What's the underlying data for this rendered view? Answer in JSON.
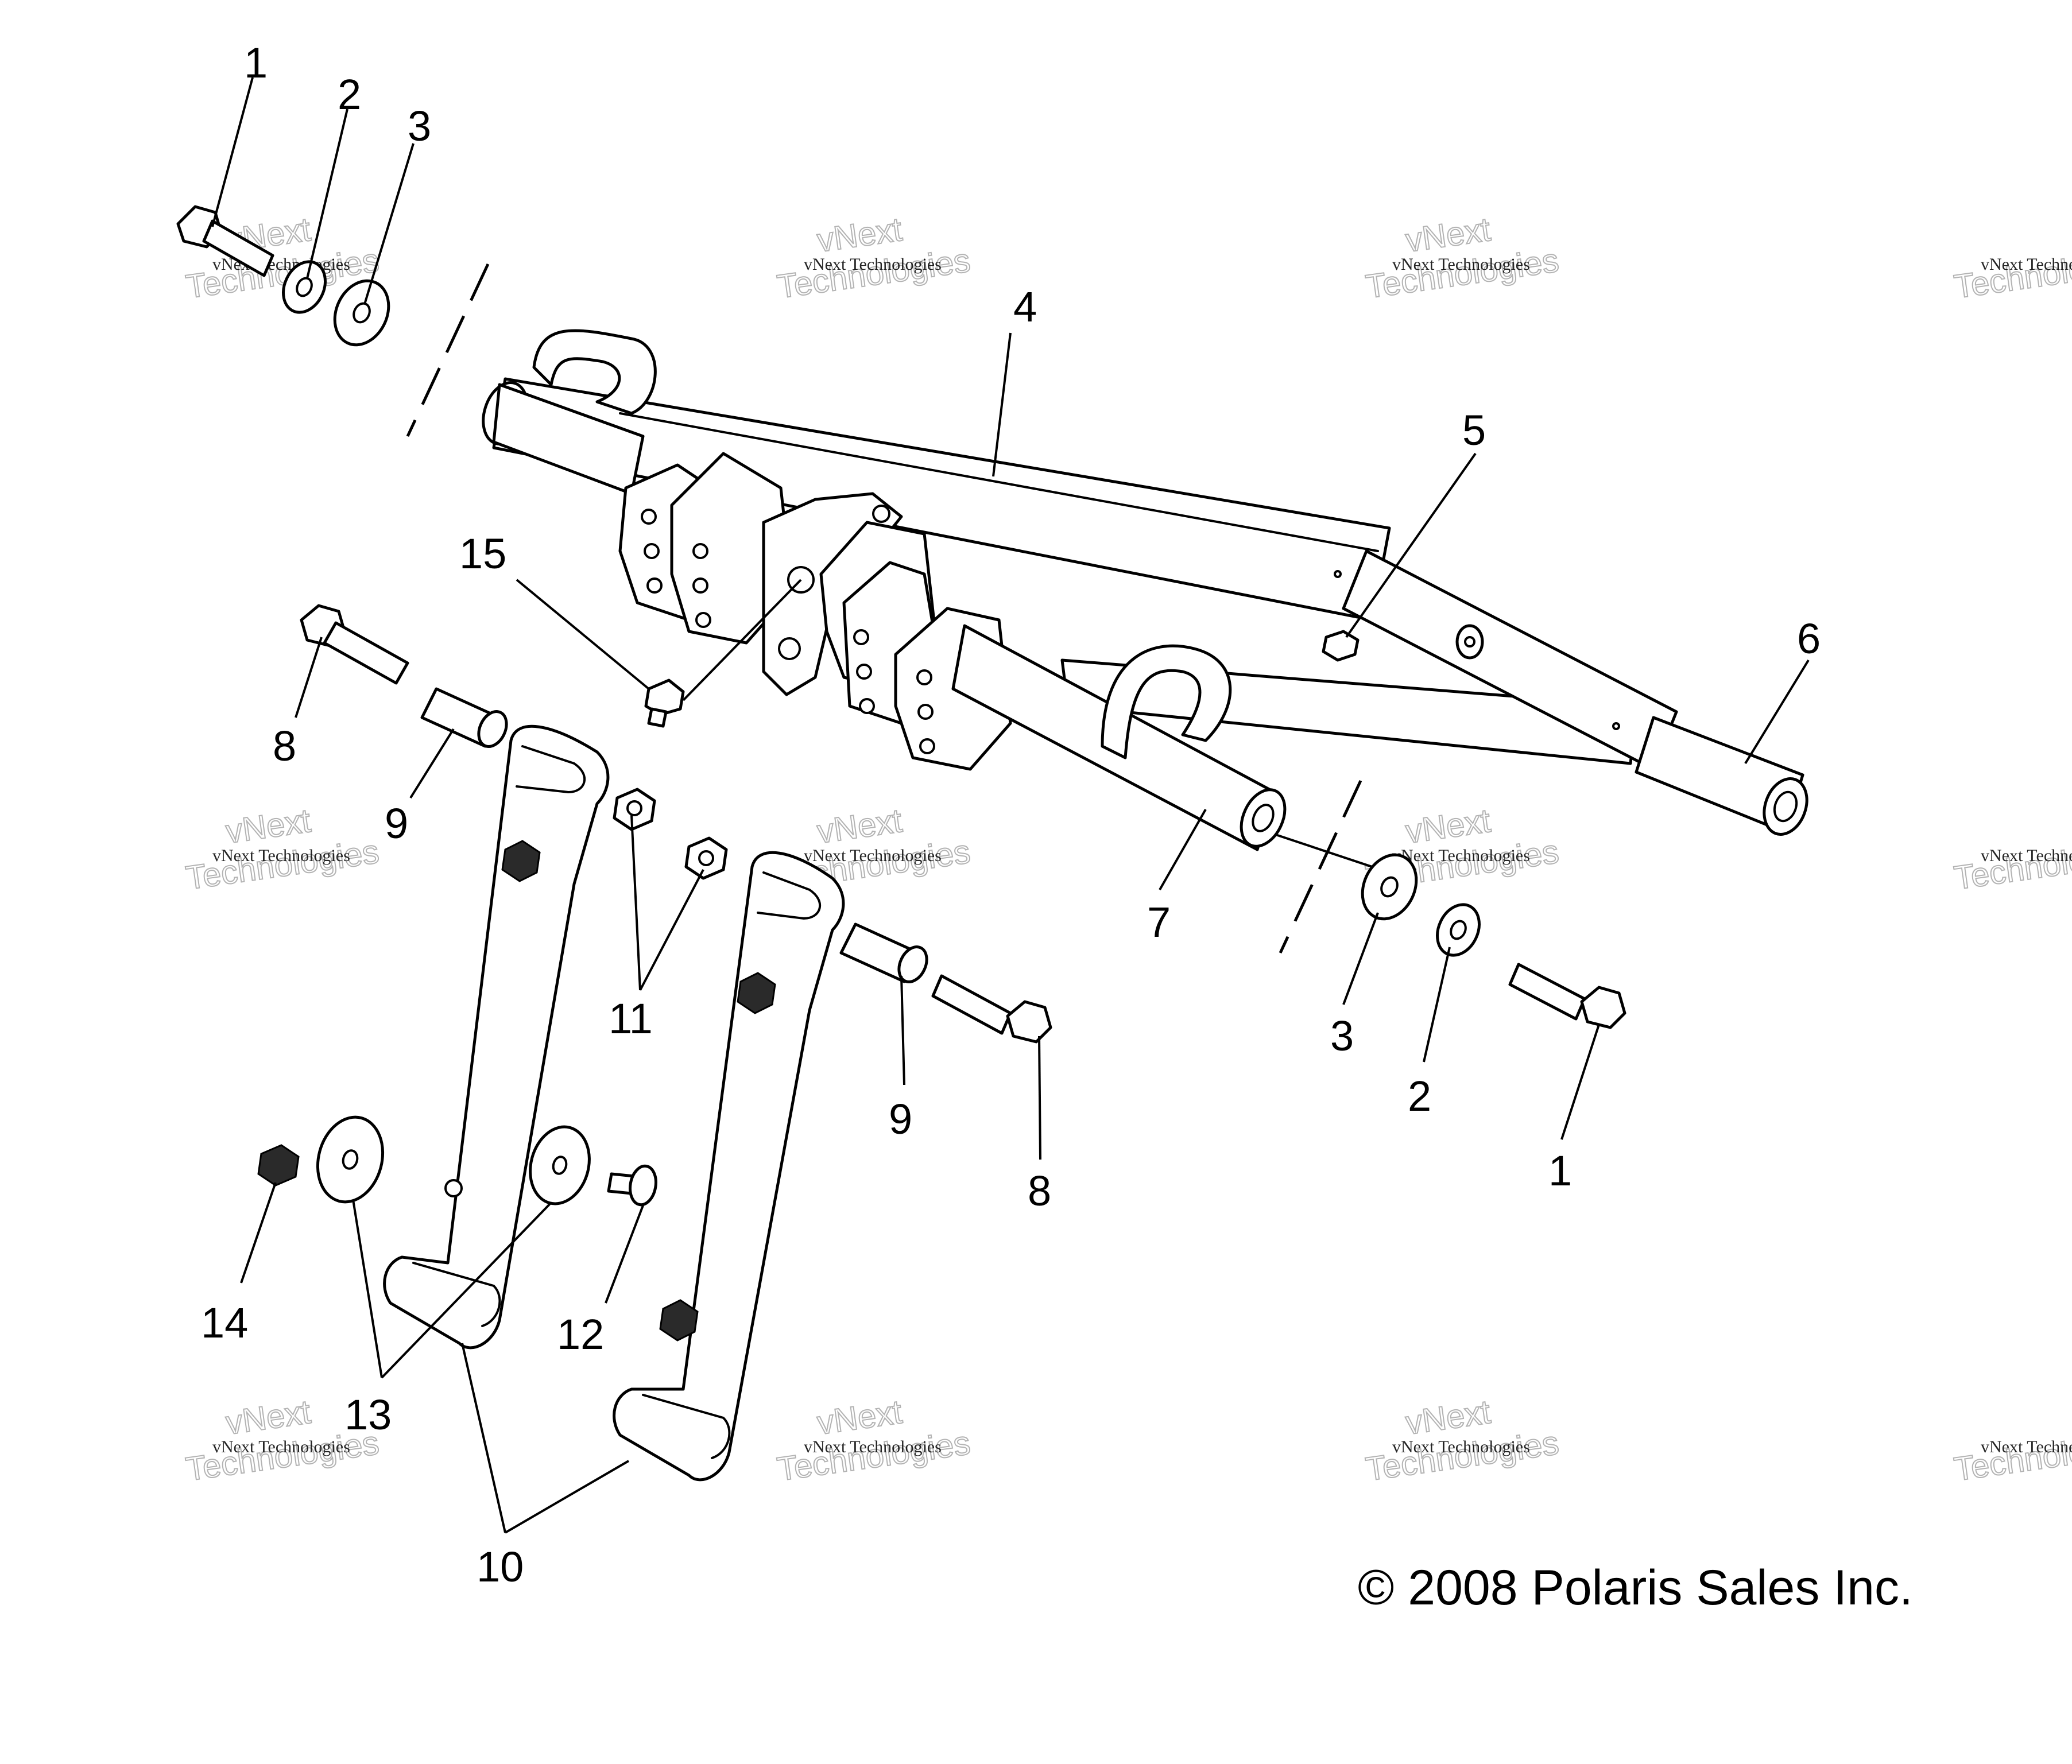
{
  "diagram": {
    "callouts": {
      "c1a": "1",
      "c2a": "2",
      "c3a": "3",
      "c4": "4",
      "c5": "5",
      "c6": "6",
      "c7": "7",
      "c8a": "8",
      "c9a": "9",
      "c15": "15",
      "c11": "11",
      "c9b": "9",
      "c8b": "8",
      "c3b": "3",
      "c2b": "2",
      "c1b": "1",
      "c14": "14",
      "c13": "13",
      "c12": "12",
      "c10": "10"
    },
    "watermark": {
      "line1": "vNext Technologies",
      "line2": "Technologies",
      "line3": "vNext"
    },
    "copyright": "© 2008 Polaris Sales Inc."
  }
}
